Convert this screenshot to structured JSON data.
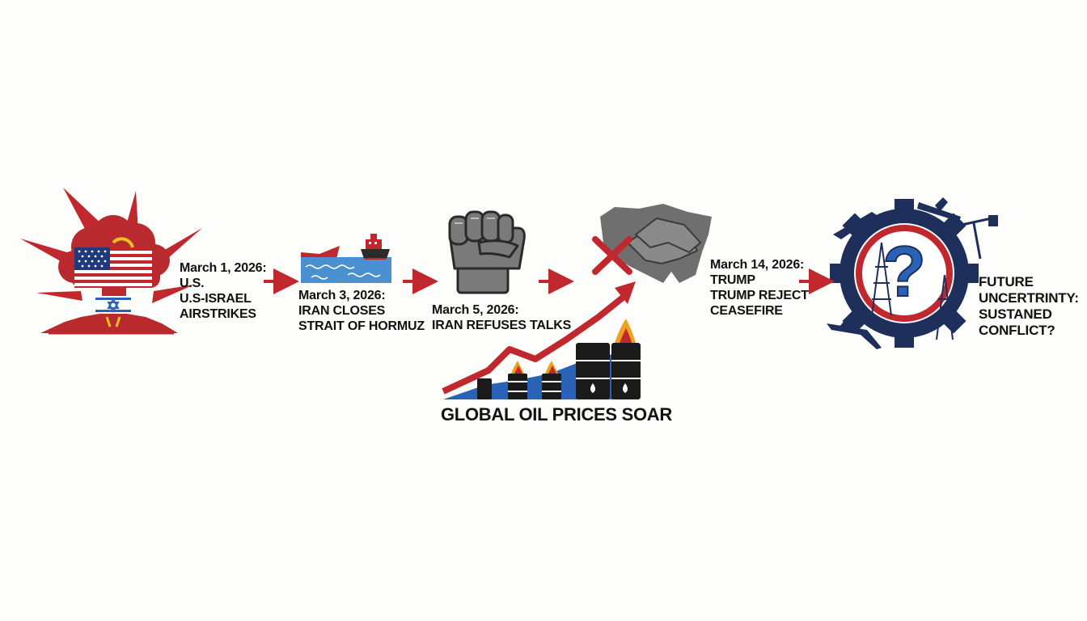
{
  "colors": {
    "red": "#c0282d",
    "navy": "#1f2f5c",
    "blue": "#2a62b8",
    "sea": "#3f86c6",
    "gray": "#6f6f6f",
    "black": "#1a1a1a",
    "flame": "#f0a020"
  },
  "events": [
    {
      "date": "March 1, 2026:",
      "lines": [
        "U.S.",
        "U.S-ISRAEL",
        "AIRSTRIKES"
      ],
      "icon": "explosion-flag-icon"
    },
    {
      "date": "March 3, 2026:",
      "lines": [
        "IRAN CLOSES",
        "STRAIT OF HORMUZ"
      ],
      "icon": "ship-strait-icon"
    },
    {
      "date": "March 5, 2026:",
      "lines": [
        "IRAN REFUSES TALKS"
      ],
      "icon": "raised-fist-icon"
    },
    {
      "date": "March 14, 2026:",
      "lines": [
        "TRUMP",
        "TRUMP REJECT",
        "CEASEFIRE"
      ],
      "icon": "crossed-handshake-icon"
    },
    {
      "date": "FUTURE",
      "lines": [
        "UNCERTRINTY:",
        "SUSTANED",
        "CONFLICT?"
      ],
      "icon": "gear-question-icon"
    }
  ],
  "oil": {
    "title": "GLOBAL OIL PRICES SOAR",
    "icon": "rising-oil-prices-icon"
  }
}
